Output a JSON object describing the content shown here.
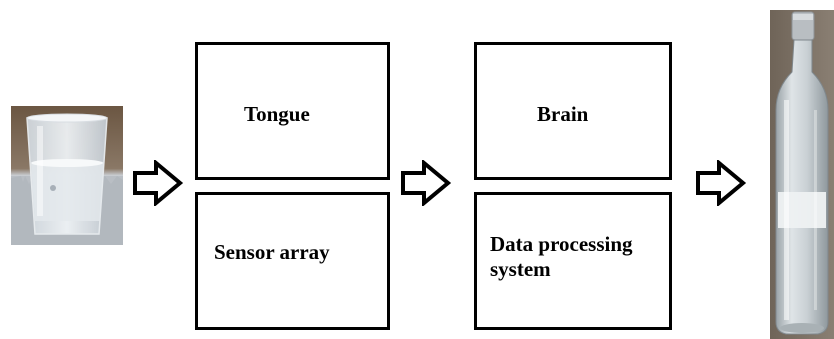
{
  "stages": [
    {
      "id": "biological",
      "top_label": "Tongue",
      "bottom_label": "Sensor array"
    },
    {
      "id": "processing",
      "top_label": "Brain",
      "bottom_label": "Data processing system"
    }
  ],
  "left_image": {
    "subject": "plastic cup of water",
    "icon": "water-cup-photo"
  },
  "right_image": {
    "subject": "clear glass bottle",
    "icon": "glass-bottle-photo"
  },
  "colors": {
    "stroke": "#000000",
    "background": "#ffffff"
  }
}
